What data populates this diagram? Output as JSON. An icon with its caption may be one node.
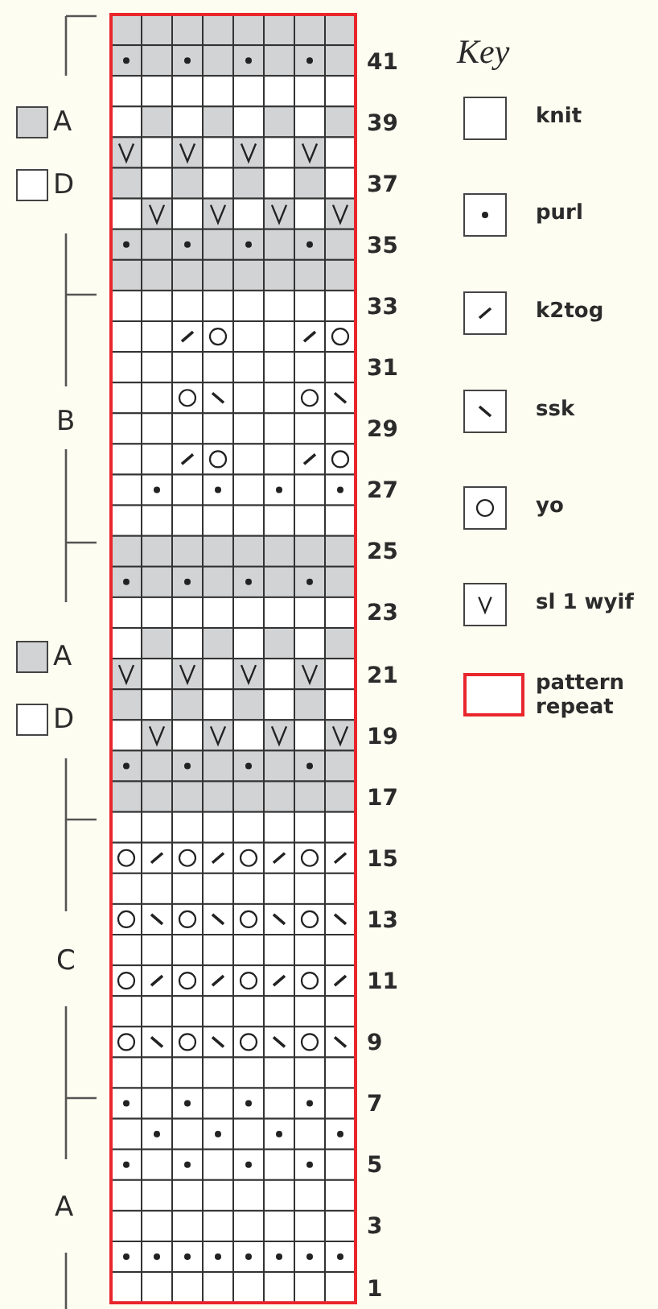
{
  "diagram": {
    "labels": [
      "Key",
      "41",
      "39",
      "37",
      "35",
      "33",
      "31",
      "29",
      "27",
      "25",
      "23",
      "21",
      "19",
      "17",
      "15",
      "13",
      "11",
      "9",
      "7",
      "5",
      "3",
      "1",
      "B",
      "C",
      "A"
    ],
    "legend": [
      {
        "text": "A",
        "color": "#d1d3d4"
      },
      {
        "text": "D",
        "color": "#ffffff"
      },
      {
        "text": "A",
        "color": "#d1d3d4"
      },
      {
        "text": "D",
        "color": "#ffffff"
      },
      {
        "text": "knit"
      },
      {
        "text": "purl"
      },
      {
        "text": "k2tog"
      },
      {
        "text": "ssk"
      },
      {
        "text": "yo"
      },
      {
        "text": "sl 1 wyif"
      },
      {
        "text": "pattern repeat"
      }
    ]
  }
}
